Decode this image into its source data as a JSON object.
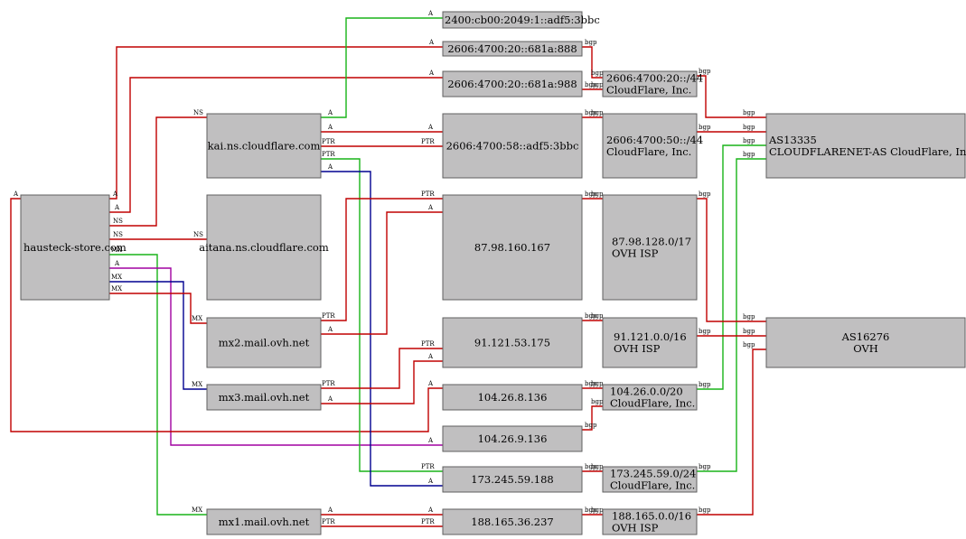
{
  "colors": {
    "red": "#c00000",
    "green": "#18b418",
    "blue": "#000090",
    "purple": "#a000a0",
    "node_fill": "#c0bfc0",
    "node_border": "#5f5f5f"
  },
  "nodes": [
    {
      "id": "hausteck",
      "lines": [
        "hausteck-store.com"
      ]
    },
    {
      "id": "kai",
      "lines": [
        "kai.ns.cloudflare.com"
      ]
    },
    {
      "id": "aitana",
      "lines": [
        "aitana.ns.cloudflare.com"
      ]
    },
    {
      "id": "mx2",
      "lines": [
        "mx2.mail.ovh.net"
      ]
    },
    {
      "id": "mx3",
      "lines": [
        "mx3.mail.ovh.net"
      ]
    },
    {
      "id": "mx1",
      "lines": [
        "mx1.mail.ovh.net"
      ]
    },
    {
      "id": "ip6_3bbc",
      "lines": [
        "2400:cb00:2049:1::adf5:3bbc"
      ]
    },
    {
      "id": "ip6_888",
      "lines": [
        "2606:4700:20::681a:888"
      ]
    },
    {
      "id": "ip6_988",
      "lines": [
        "2606:4700:20::681a:988"
      ]
    },
    {
      "id": "ip6_58",
      "lines": [
        "2606:4700:58::adf5:3bbc"
      ]
    },
    {
      "id": "ip_87",
      "lines": [
        "87.98.160.167"
      ]
    },
    {
      "id": "ip_91",
      "lines": [
        "91.121.53.175"
      ]
    },
    {
      "id": "ip_104_8",
      "lines": [
        "104.26.8.136"
      ]
    },
    {
      "id": "ip_104_9",
      "lines": [
        "104.26.9.136"
      ]
    },
    {
      "id": "ip_173",
      "lines": [
        "173.245.59.188"
      ]
    },
    {
      "id": "ip_188",
      "lines": [
        "188.165.36.237"
      ]
    },
    {
      "id": "pfx_20",
      "lines": [
        "2606:4700:20::/44",
        "CloudFlare, Inc."
      ]
    },
    {
      "id": "pfx_50",
      "lines": [
        "2606:4700:50::/44",
        "CloudFlare, Inc."
      ]
    },
    {
      "id": "pfx_87",
      "lines": [
        "87.98.128.0/17",
        "OVH ISP"
      ]
    },
    {
      "id": "pfx_91",
      "lines": [
        "91.121.0.0/16",
        "OVH ISP"
      ]
    },
    {
      "id": "pfx_104",
      "lines": [
        "104.26.0.0/20",
        "CloudFlare, Inc."
      ]
    },
    {
      "id": "pfx_173",
      "lines": [
        "173.245.59.0/24",
        "CloudFlare, Inc."
      ]
    },
    {
      "id": "pfx_188",
      "lines": [
        "188.165.0.0/16",
        "OVH ISP"
      ]
    },
    {
      "id": "as13335",
      "lines": [
        "AS13335",
        "CLOUDFLARENET-AS CloudFlare, Inc."
      ]
    },
    {
      "id": "as16276",
      "lines": [
        "AS16276",
        "OVH"
      ]
    }
  ],
  "edge_labels": [
    "A",
    "NS",
    "MX",
    "PTR",
    "bgp"
  ],
  "edges": [
    {
      "from": "hausteck",
      "to": "ip6_888",
      "label": "A",
      "color": "red"
    },
    {
      "from": "hausteck",
      "to": "ip6_988",
      "label": "A",
      "color": "red"
    },
    {
      "from": "hausteck",
      "to": "kai",
      "label": "NS",
      "color": "red"
    },
    {
      "from": "hausteck",
      "to": "aitana",
      "label": "NS",
      "color": "red"
    },
    {
      "from": "hausteck",
      "to": "mx1",
      "label": "MX",
      "color": "green"
    },
    {
      "from": "hausteck",
      "to": "ip_104_9",
      "label": "A",
      "color": "purple"
    },
    {
      "from": "hausteck",
      "to": "mx3",
      "label": "MX",
      "color": "blue"
    },
    {
      "from": "hausteck",
      "to": "mx2",
      "label": "MX",
      "color": "red"
    },
    {
      "from": "hausteck",
      "to": "ip_104_8",
      "label": "A",
      "color": "red"
    },
    {
      "from": "kai",
      "to": "ip6_3bbc",
      "label": "A",
      "color": "green"
    },
    {
      "from": "kai",
      "to": "ip6_58",
      "label": "A",
      "color": "red"
    },
    {
      "from": "kai",
      "to": "ip6_58",
      "label": "PTR",
      "color": "red"
    },
    {
      "from": "kai",
      "to": "ip_173",
      "label": "PTR",
      "color": "green"
    },
    {
      "from": "kai",
      "to": "ip_173",
      "label": "A",
      "color": "blue"
    },
    {
      "from": "mx2",
      "to": "ip_87",
      "label": "PTR",
      "color": "red"
    },
    {
      "from": "mx2",
      "to": "ip_87",
      "label": "A",
      "color": "red"
    },
    {
      "from": "mx3",
      "to": "ip_91",
      "label": "PTR",
      "color": "red"
    },
    {
      "from": "mx3",
      "to": "ip_91",
      "label": "A",
      "color": "red"
    },
    {
      "from": "mx1",
      "to": "ip_188",
      "label": "A",
      "color": "red"
    },
    {
      "from": "mx1",
      "to": "ip_188",
      "label": "PTR",
      "color": "red"
    },
    {
      "from": "ip6_888",
      "to": "pfx_20",
      "label": "bgp",
      "color": "red"
    },
    {
      "from": "ip6_988",
      "to": "pfx_20",
      "label": "bgp",
      "color": "red"
    },
    {
      "from": "ip6_58",
      "to": "pfx_50",
      "label": "bgp",
      "color": "red"
    },
    {
      "from": "ip_87",
      "to": "pfx_87",
      "label": "bgp",
      "color": "red"
    },
    {
      "from": "ip_91",
      "to": "pfx_91",
      "label": "bgp",
      "color": "red"
    },
    {
      "from": "ip_104_8",
      "to": "pfx_104",
      "label": "bgp",
      "color": "red"
    },
    {
      "from": "ip_104_9",
      "to": "pfx_104",
      "label": "bgp",
      "color": "red"
    },
    {
      "from": "ip_173",
      "to": "pfx_173",
      "label": "bgp",
      "color": "red"
    },
    {
      "from": "ip_188",
      "to": "pfx_188",
      "label": "bgp",
      "color": "red"
    },
    {
      "from": "pfx_20",
      "to": "as13335",
      "label": "bgp",
      "color": "red"
    },
    {
      "from": "pfx_50",
      "to": "as13335",
      "label": "bgp",
      "color": "red"
    },
    {
      "from": "pfx_104",
      "to": "as13335",
      "label": "bgp",
      "color": "green"
    },
    {
      "from": "pfx_173",
      "to": "as13335",
      "label": "bgp",
      "color": "green"
    },
    {
      "from": "pfx_87",
      "to": "as16276",
      "label": "bgp",
      "color": "red"
    },
    {
      "from": "pfx_91",
      "to": "as16276",
      "label": "bgp",
      "color": "red"
    },
    {
      "from": "pfx_188",
      "to": "as16276",
      "label": "bgp",
      "color": "red"
    }
  ]
}
